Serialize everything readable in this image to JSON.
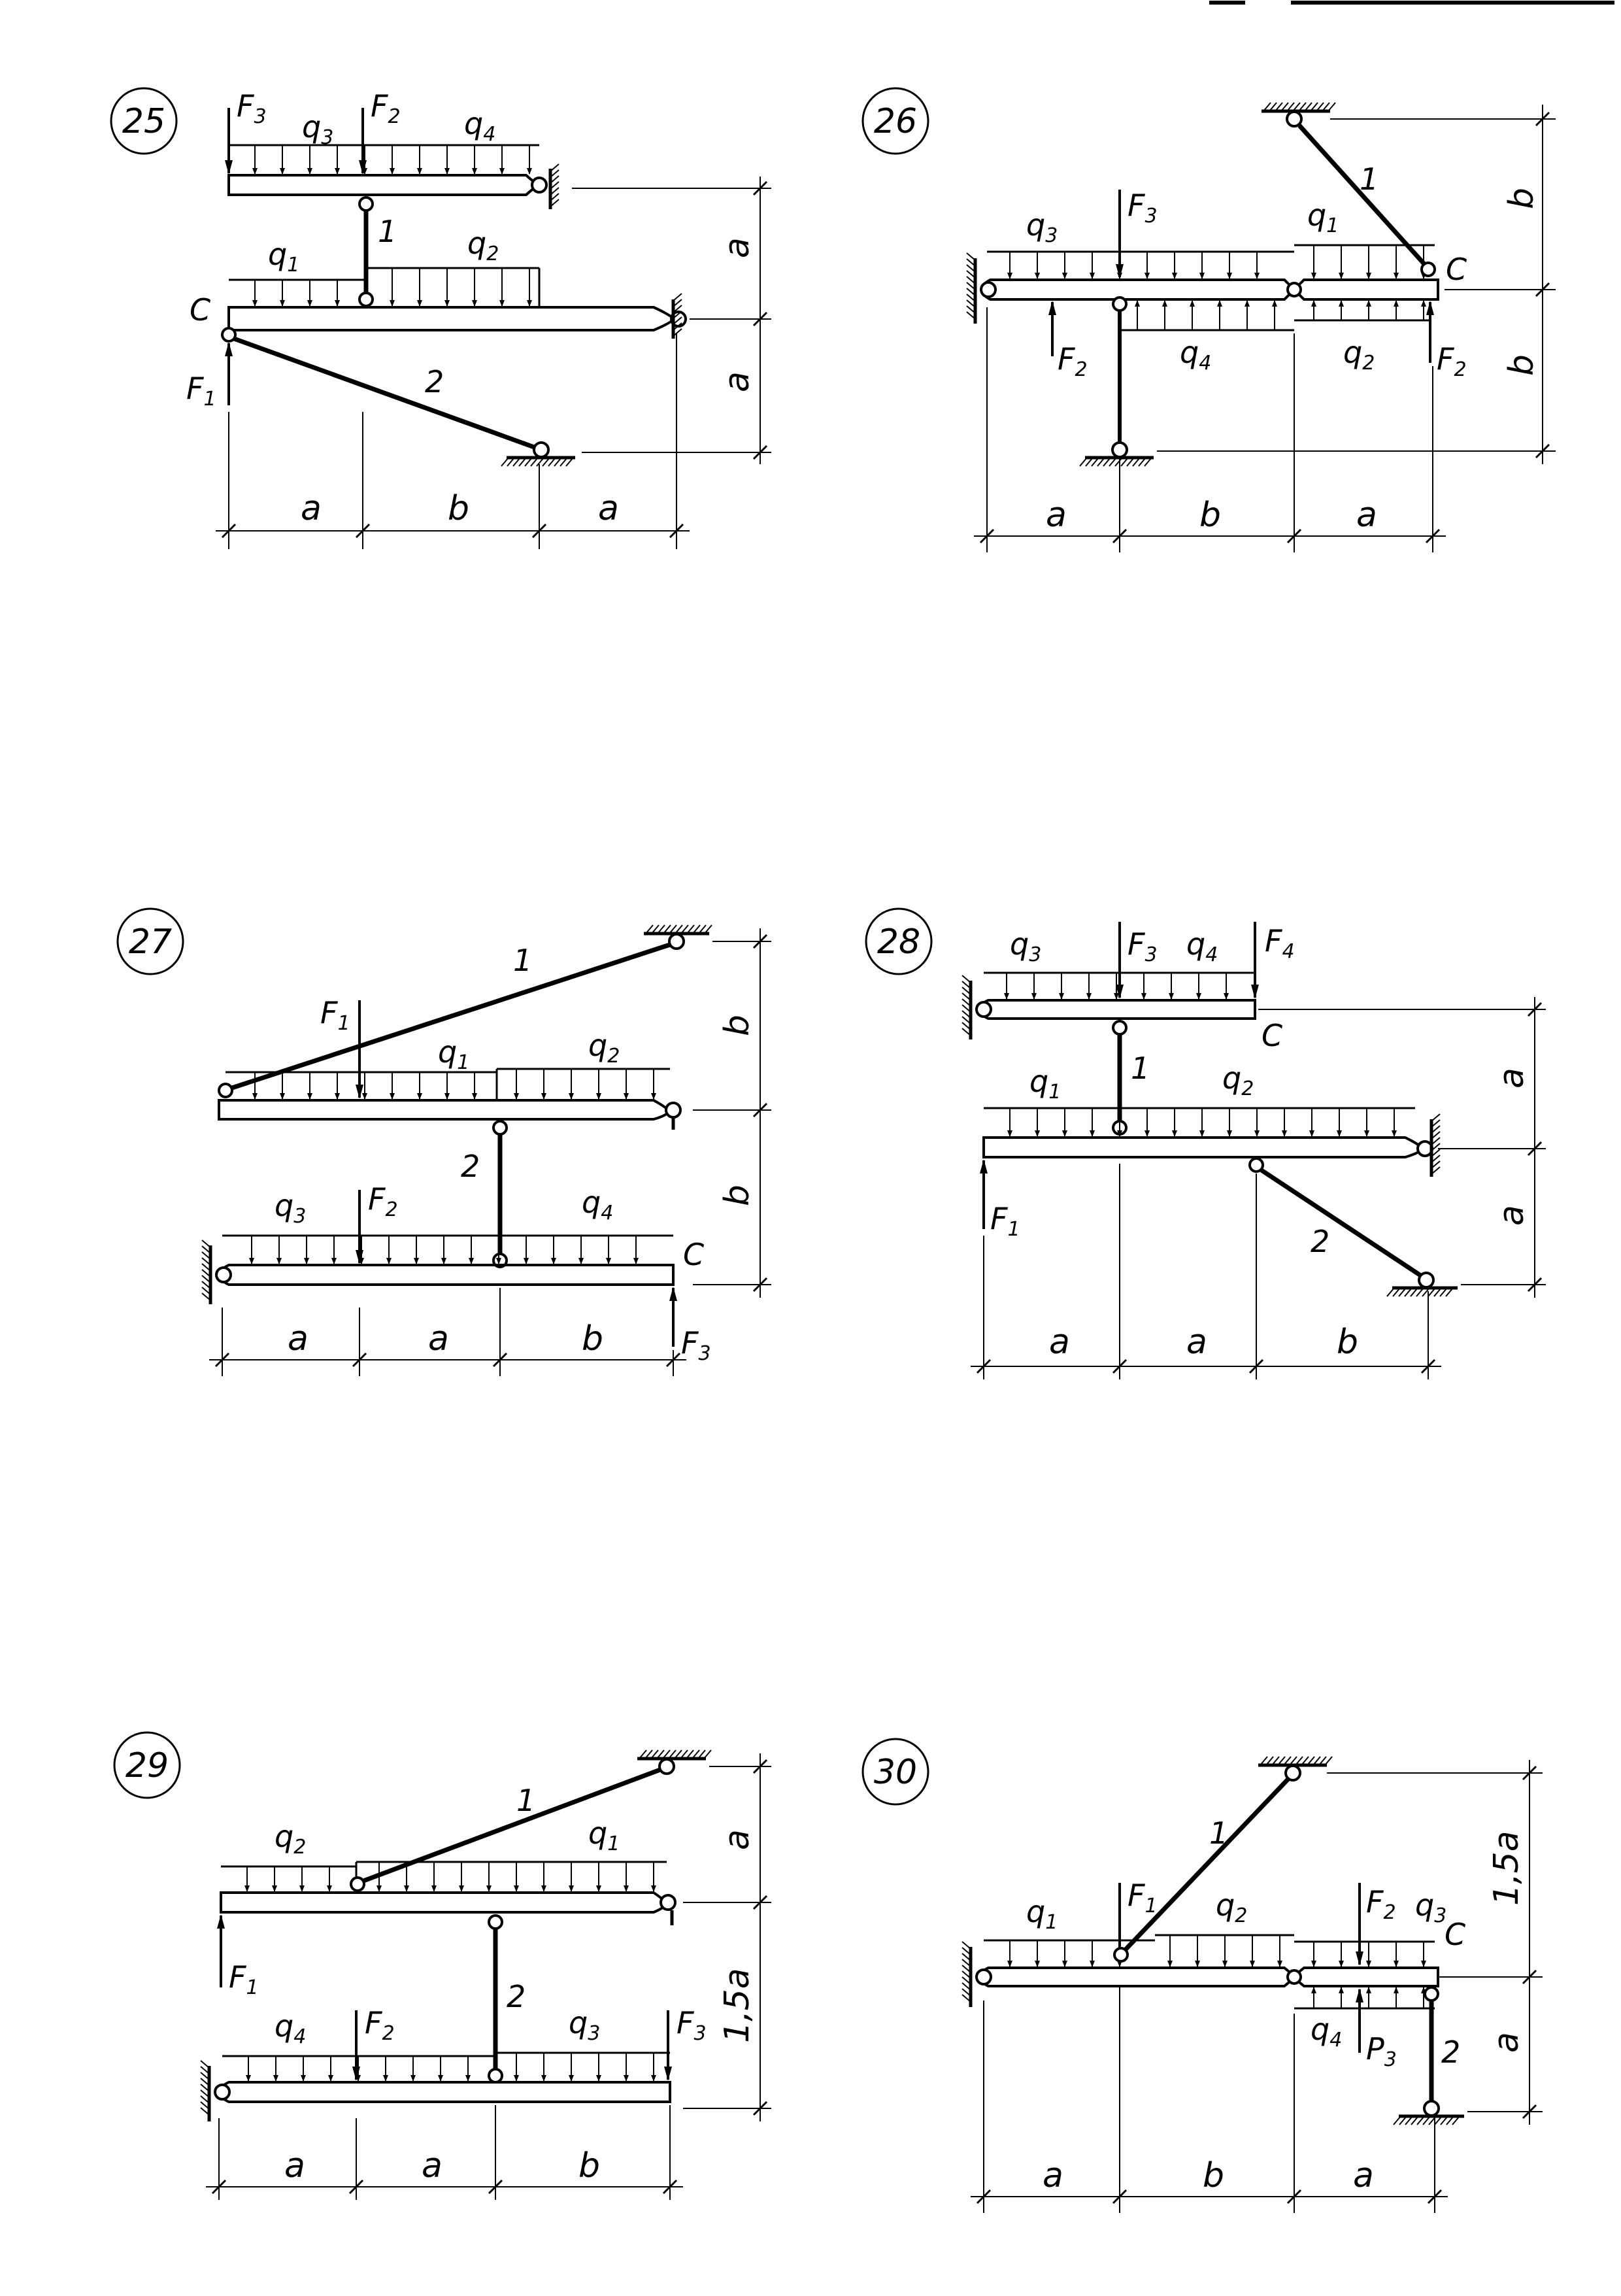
{
  "sheet": {
    "top_rules": true
  },
  "problems": [
    {
      "number": "25",
      "labels": {
        "q1": "q",
        "q1s": "1",
        "q2": "q",
        "q2s": "2",
        "q3": "q",
        "q3s": "3",
        "q4": "q",
        "q4s": "4",
        "F1": "F",
        "F1s": "1",
        "F2": "F",
        "F2s": "2",
        "F3": "F",
        "F3s": "3",
        "C": "C",
        "rod1": "1",
        "rod2": "2"
      },
      "dims": {
        "h1": "a",
        "h2": "b",
        "h3": "a",
        "v1": "a",
        "v2": "a"
      }
    },
    {
      "number": "26",
      "labels": {
        "q1": "q",
        "q1s": "1",
        "q2": "q",
        "q2s": "2",
        "q3": "q",
        "q3s": "3",
        "q4": "q",
        "q4s": "4",
        "F2a": "F",
        "F2as": "2",
        "F2b": "F",
        "F2bs": "2",
        "F3": "F",
        "F3s": "3",
        "C": "C",
        "rod1": "1"
      },
      "dims": {
        "h1": "a",
        "h2": "b",
        "h3": "a",
        "v1": "b",
        "v2": "b"
      }
    },
    {
      "number": "27",
      "labels": {
        "q1": "q",
        "q1s": "1",
        "q2": "q",
        "q2s": "2",
        "q3": "q",
        "q3s": "3",
        "q4": "q",
        "q4s": "4",
        "F1": "F",
        "F1s": "1",
        "F2": "F",
        "F2s": "2",
        "F3": "F",
        "F3s": "3",
        "C": "C",
        "rod1": "1",
        "rod2": "2"
      },
      "dims": {
        "h1": "a",
        "h2": "a",
        "h3": "b",
        "v1": "b",
        "v2": "b"
      }
    },
    {
      "number": "28",
      "labels": {
        "q1": "q",
        "q1s": "1",
        "q2": "q",
        "q2s": "2",
        "q3": "q",
        "q3s": "3",
        "q4": "q",
        "q4s": "4",
        "F1": "F",
        "F1s": "1",
        "F3": "F",
        "F3s": "3",
        "F4": "F",
        "F4s": "4",
        "C": "C",
        "rod1": "1",
        "rod2": "2"
      },
      "dims": {
        "h1": "a",
        "h2": "a",
        "h3": "b",
        "v1": "a",
        "v2": "a"
      }
    },
    {
      "number": "29",
      "labels": {
        "q1": "q",
        "q1s": "1",
        "q2": "q",
        "q2s": "2",
        "q3": "q",
        "q3s": "3",
        "q4": "q",
        "q4s": "4",
        "F1": "F",
        "F1s": "1",
        "F2": "F",
        "F2s": "2",
        "F3": "F",
        "F3s": "3",
        "rod1": "1",
        "rod2": "2"
      },
      "dims": {
        "h1": "a",
        "h2": "a",
        "h3": "b",
        "v1": "a",
        "v2": "1,5a"
      }
    },
    {
      "number": "30",
      "labels": {
        "q1": "q",
        "q1s": "1",
        "q2": "q",
        "q2s": "2",
        "q3": "q",
        "q3s": "3",
        "q4": "q",
        "q4s": "4",
        "F1": "F",
        "F1s": "1",
        "F2": "F",
        "F2s": "2",
        "P3": "P",
        "P3s": "3",
        "C": "C",
        "rod1": "1",
        "rod2": "2"
      },
      "dims": {
        "h1": "a",
        "h2": "b",
        "h3": "a",
        "v1": "1,5a",
        "v2": "a"
      }
    }
  ]
}
